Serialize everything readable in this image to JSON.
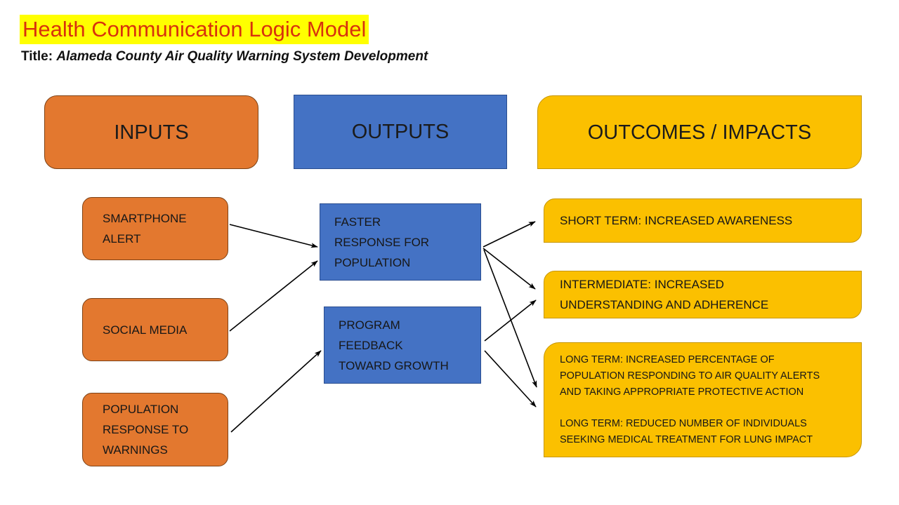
{
  "header": {
    "title": "Health Communication Logic Model",
    "subtitle_label": "Title:",
    "subtitle_value": "Alameda County Air Quality Warning System Development",
    "title_color": "#d8310d",
    "highlight_color": "#ffff00"
  },
  "colors": {
    "inputs": "#e3782f",
    "outputs": "#4472c4",
    "outcomes": "#fbc000",
    "arrow": "#000000"
  },
  "columns": [
    {
      "id": "inputs",
      "label": "INPUTS"
    },
    {
      "id": "outputs",
      "label": "OUTPUTS"
    },
    {
      "id": "outcomes",
      "label": "OUTCOMES / IMPACTS"
    }
  ],
  "inputs": [
    {
      "id": "smartphone-alert",
      "lines": [
        "SMARTPHONE",
        "ALERT"
      ]
    },
    {
      "id": "social-media",
      "lines": [
        "SOCIAL MEDIA"
      ]
    },
    {
      "id": "population-response",
      "lines": [
        "POPULATION",
        "RESPONSE TO",
        "WARNINGS"
      ]
    }
  ],
  "outputs": [
    {
      "id": "faster-response",
      "lines": [
        "FASTER",
        "RESPONSE FOR",
        "POPULATION"
      ]
    },
    {
      "id": "program-feedback",
      "lines": [
        "PROGRAM",
        "FEEDBACK",
        "TOWARD GROWTH"
      ]
    }
  ],
  "outcomes": [
    {
      "id": "short-term",
      "paragraphs": [
        {
          "lines": [
            "SHORT TERM: INCREASED AWARENESS"
          ]
        }
      ]
    },
    {
      "id": "intermediate",
      "paragraphs": [
        {
          "lines": [
            "INTERMEDIATE: INCREASED",
            "UNDERSTANDING AND ADHERENCE"
          ]
        }
      ]
    },
    {
      "id": "long-term",
      "paragraphs": [
        {
          "lines": [
            "LONG TERM: INCREASED PERCENTAGE OF",
            "POPULATION RESPONDING TO AIR QUALITY ALERTS",
            "AND TAKING APPROPRIATE PROTECTIVE ACTION"
          ]
        },
        {
          "lines": [
            "LONG TERM: REDUCED NUMBER OF INDIVIDUALS",
            "SEEKING MEDICAL TREATMENT FOR LUNG IMPACT"
          ]
        }
      ]
    }
  ],
  "arrows": [
    {
      "id": "smartphone-to-faster-response",
      "from": "smartphone-alert",
      "to": "faster-response"
    },
    {
      "id": "social-media-to-faster-response",
      "from": "social-media",
      "to": "faster-response"
    },
    {
      "id": "population-to-program-feedback",
      "from": "population-response",
      "to": "program-feedback"
    },
    {
      "id": "faster-response-to-short-term",
      "from": "faster-response",
      "to": "short-term"
    },
    {
      "id": "faster-response-to-intermediate",
      "from": "faster-response",
      "to": "intermediate"
    },
    {
      "id": "faster-response-to-long-term",
      "from": "faster-response",
      "to": "long-term"
    },
    {
      "id": "program-feedback-to-intermediate",
      "from": "program-feedback",
      "to": "intermediate"
    },
    {
      "id": "program-feedback-to-long-term",
      "from": "program-feedback",
      "to": "long-term"
    }
  ]
}
